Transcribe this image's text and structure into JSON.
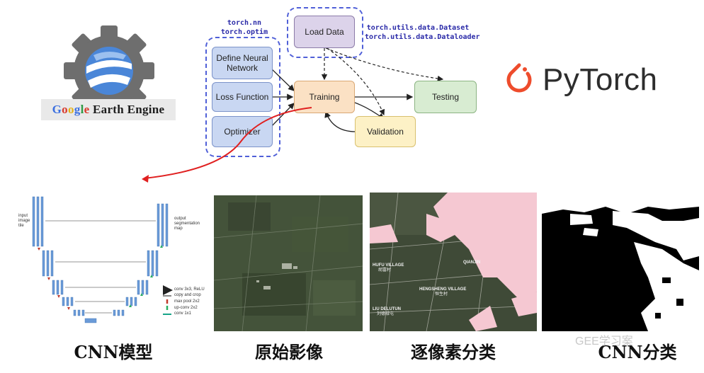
{
  "gee": {
    "g1": "G",
    "o1": "o",
    "o2": "o",
    "g2": "g",
    "l": "l",
    "e": "e",
    "rest": "Earth Engine"
  },
  "diagram": {
    "nn_label_1": "torch.nn",
    "nn_label_2": "torch.optim",
    "data_label_1": "torch.utils.data.Dataset",
    "data_label_2": "torch.utils.data.Dataloader",
    "nodes": {
      "load_data": "Load Data",
      "define_network": "Define Neural Network",
      "loss_function": "Loss Function",
      "optimizer": "Optimizer",
      "training": "Training",
      "testing": "Testing",
      "validation": "Validation"
    }
  },
  "pytorch": {
    "name": "PyTorch",
    "accent": "#ee4c2c"
  },
  "unet": {
    "input_label_1": "input",
    "input_label_2": "image",
    "input_label_3": "tile",
    "output_label_1": "output",
    "output_label_2": "segmentation",
    "output_label_3": "map",
    "legend": [
      {
        "text": "conv 3x3, ReLU",
        "color": "#2d5fb3"
      },
      {
        "text": "copy and crop",
        "color": "#888888"
      },
      {
        "text": "max pool 2x2",
        "color": "#c0392b"
      },
      {
        "text": "up-conv 2x2",
        "color": "#27ae60"
      },
      {
        "text": "conv 1x1",
        "color": "#17a589"
      }
    ]
  },
  "map_labels": {
    "village1_en": "HUFU VILLAGE",
    "village1_zh": "胡富村",
    "village2_en": "QIANJIN",
    "village3_en": "HENGSHENG VILLAGE",
    "village3_zh": "恒生村",
    "village4_en": "LIU DELUTUN",
    "village4_zh": "刘德禄屯"
  },
  "captions": {
    "cnn_model": "CNN模型",
    "raw_image": "原始影像",
    "pixel_classification": "逐像素分类",
    "cnn_classification": "CNN分类"
  },
  "watermark": "GEE学习案"
}
